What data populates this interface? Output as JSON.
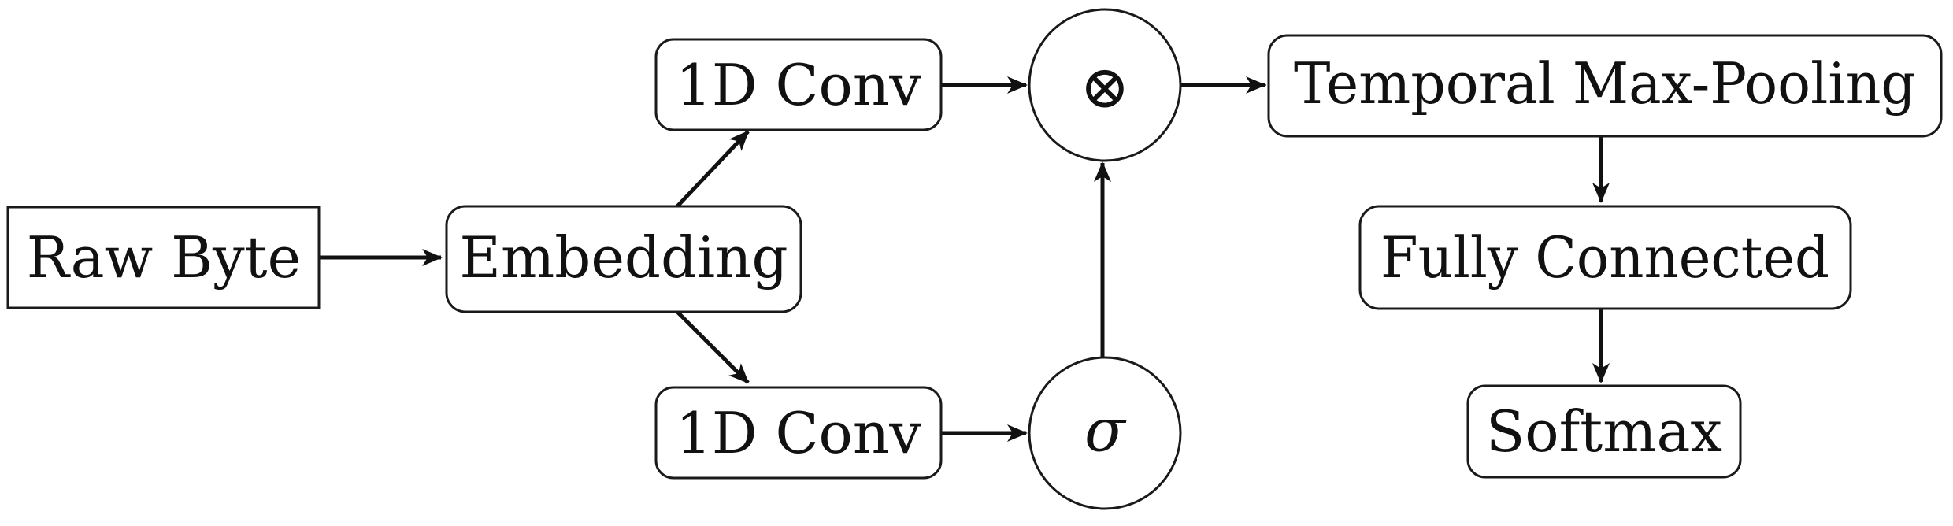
{
  "nodes": {
    "raw_byte": "Raw Byte",
    "embedding": "Embedding",
    "conv_top": "1D Conv",
    "conv_bottom": "1D Conv",
    "multiply": "⊗",
    "sigma": "σ",
    "pooling": "Temporal Max-Pooling",
    "fully_connected": "Fully Connected",
    "softmax": "Softmax"
  },
  "edges": [
    [
      "raw_byte",
      "embedding"
    ],
    [
      "embedding",
      "conv_top"
    ],
    [
      "embedding",
      "conv_bottom"
    ],
    [
      "conv_top",
      "multiply"
    ],
    [
      "conv_bottom",
      "sigma"
    ],
    [
      "sigma",
      "multiply"
    ],
    [
      "multiply",
      "pooling"
    ],
    [
      "pooling",
      "fully_connected"
    ],
    [
      "fully_connected",
      "softmax"
    ]
  ]
}
